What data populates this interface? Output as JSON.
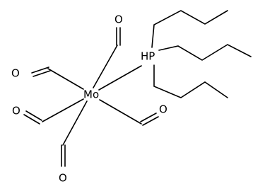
{
  "molecule": {
    "atoms": {
      "metal": "Mo",
      "phosphorus": "HP",
      "ligand_top": "O",
      "ligand_upper_left": "O",
      "ligand_left": "O",
      "ligand_right": "O",
      "ligand_bottom": "O"
    }
  }
}
